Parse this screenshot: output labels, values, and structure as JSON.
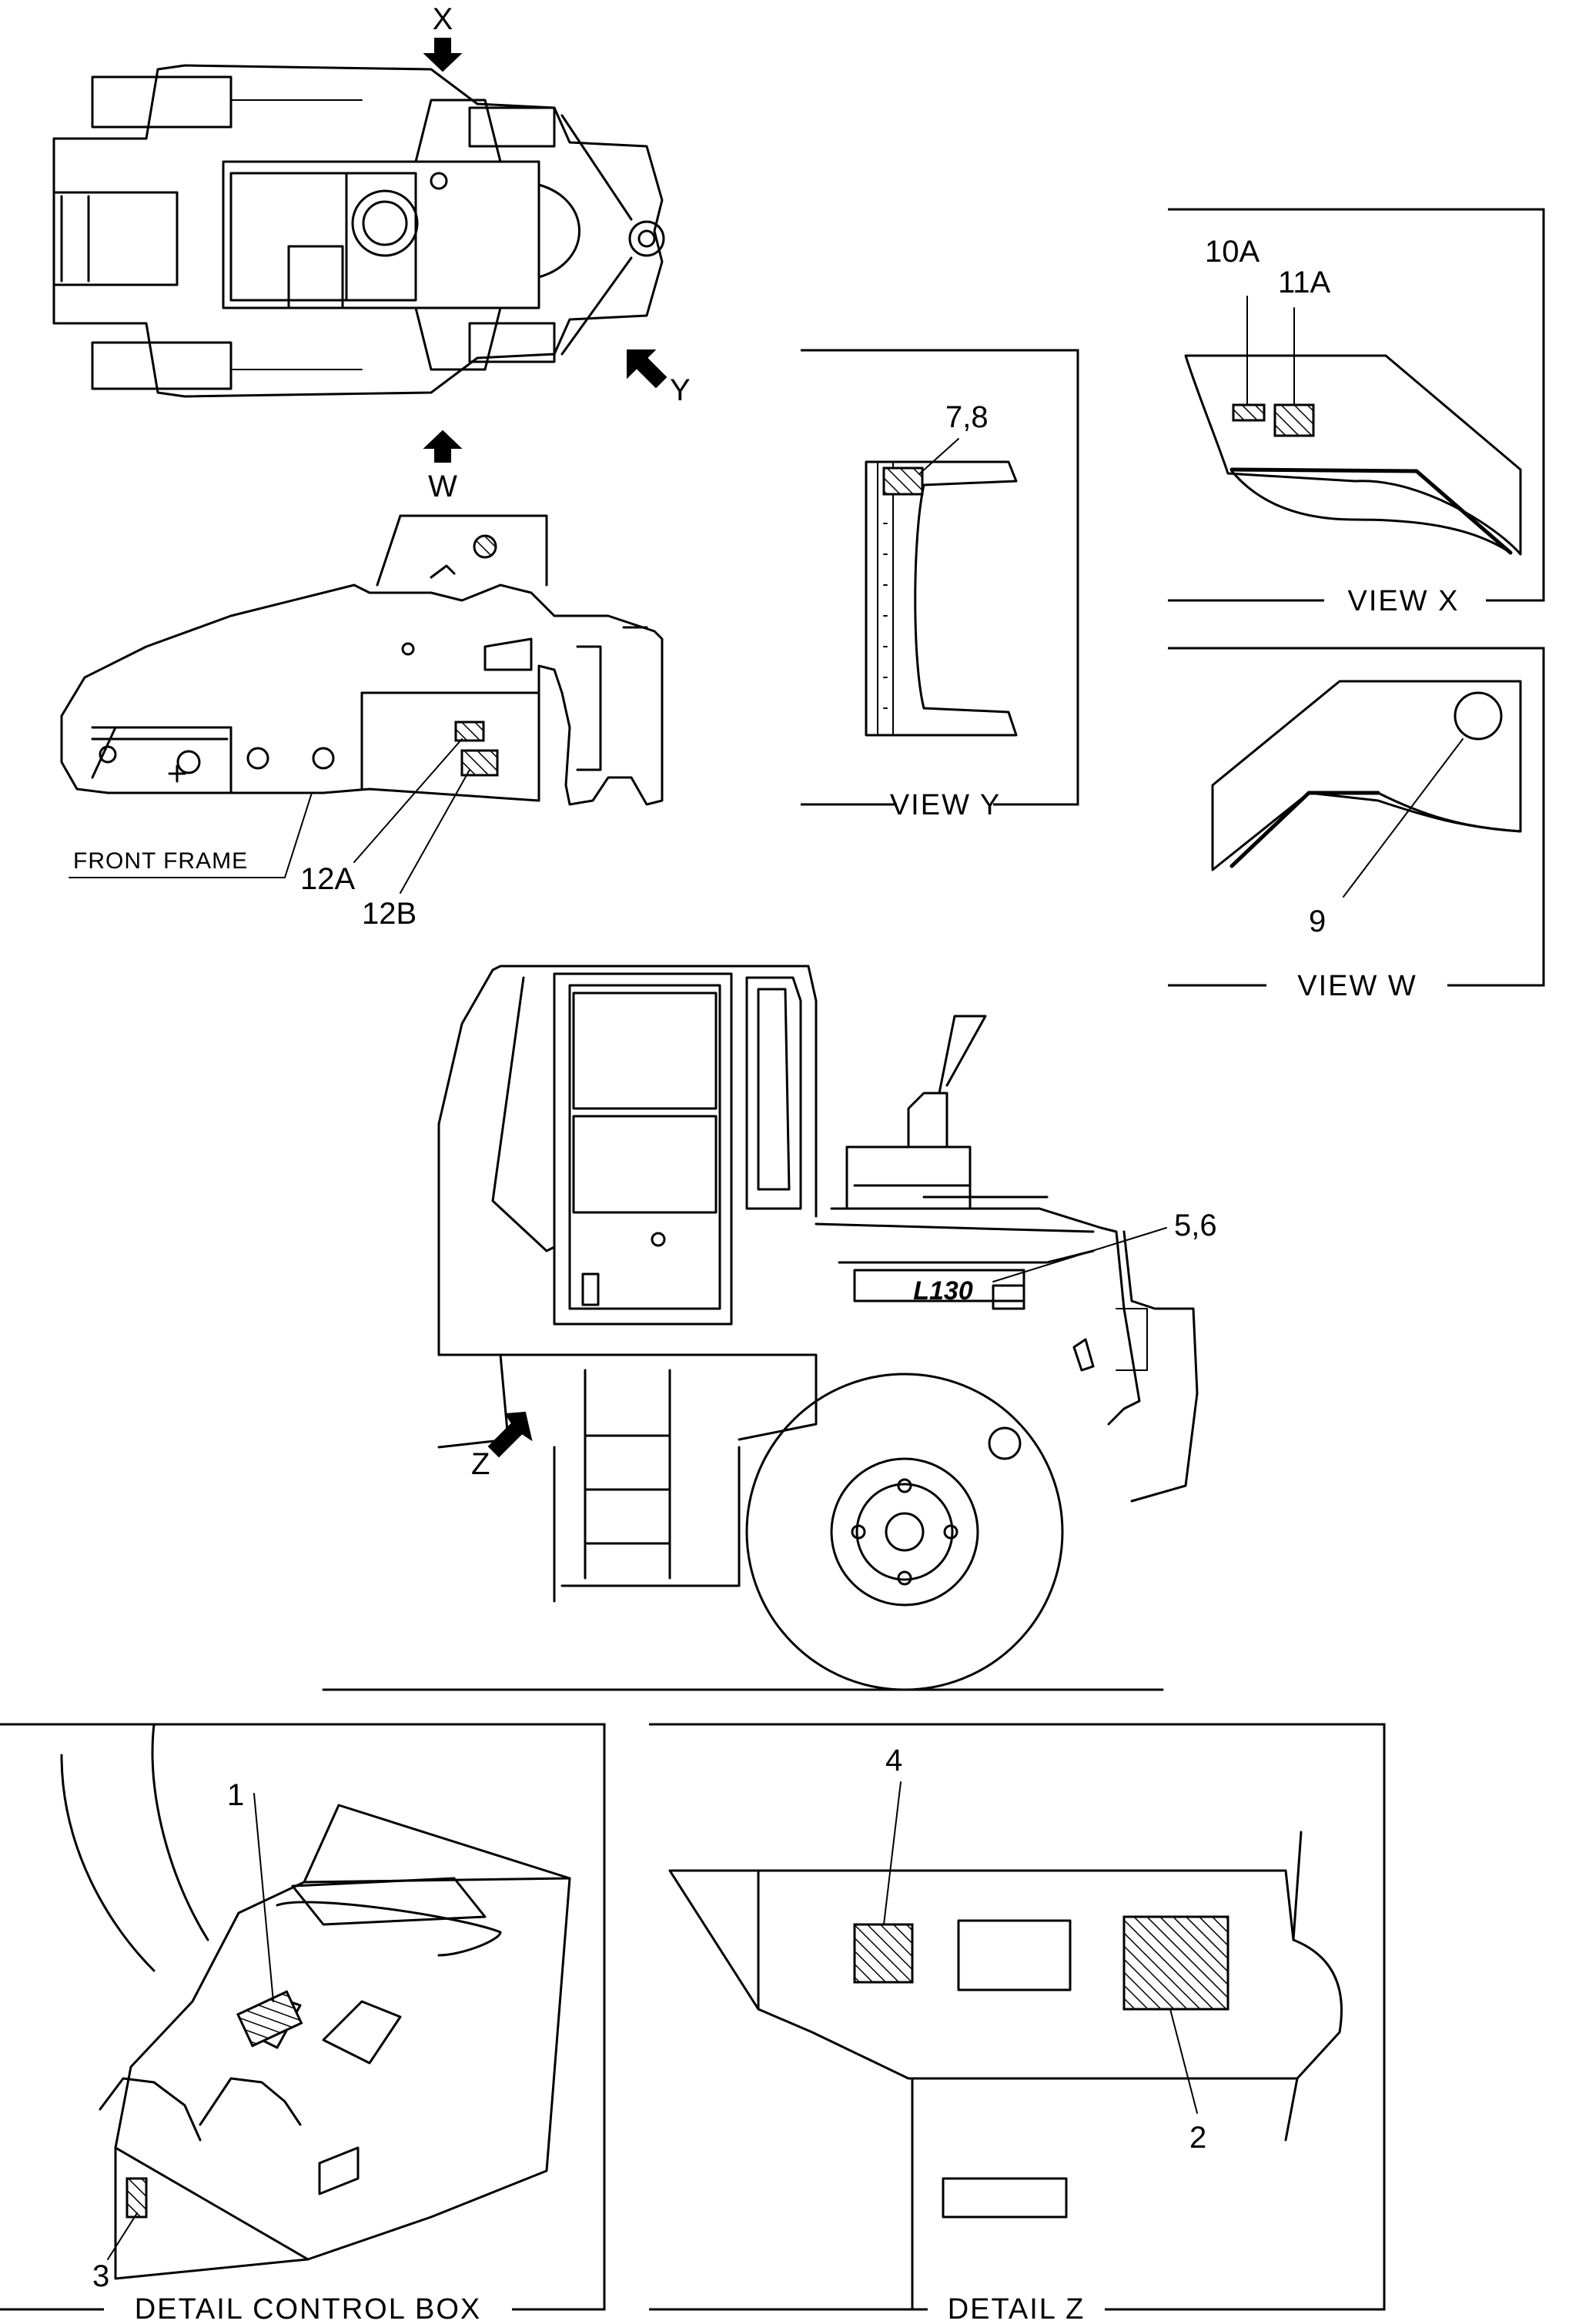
{
  "labels": {
    "arrow_x": "X",
    "arrow_y": "Y",
    "arrow_w": "W",
    "arrow_z": "Z",
    "front_frame": "FRONT FRAME",
    "part_12a": "12A",
    "part_12b": "12B",
    "part_7_8": "7,8",
    "part_10a": "10A",
    "part_11a": "11A",
    "part_9": "9",
    "part_5_6": "5,6",
    "part_1": "1",
    "part_2": "2",
    "part_3": "3",
    "part_4": "4"
  },
  "views": {
    "view_y": "VIEW Y",
    "view_x": "VIEW X",
    "view_w": "VIEW  W",
    "detail_control_box": "DETAIL  CONTROL  BOX",
    "detail_z": "DETAIL  Z"
  },
  "decal_text": "L130"
}
